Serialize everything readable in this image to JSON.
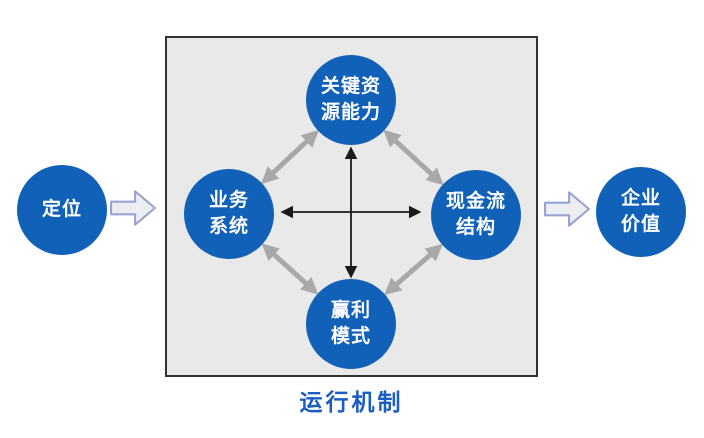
{
  "diagram": {
    "left_node": {
      "label": "定位"
    },
    "box": {
      "caption": "运行机制",
      "nodes": {
        "top": {
          "label": "关键资\n源能力"
        },
        "left": {
          "label": "业务\n系统"
        },
        "right": {
          "label": "现金流\n结构"
        },
        "bottom": {
          "label": "赢利\n模式"
        }
      }
    },
    "right_node": {
      "label": "企业\n价值"
    }
  },
  "palette": {
    "node_blue": "#1261B9",
    "node_text": "#FFFFFF",
    "caption_blue": "#1C5DC2",
    "box_fill": "#E9E9E9",
    "box_border": "#333333",
    "diagonal_arrow_gray": "#A8A8A8",
    "cross_arrow_black": "#1A1A1A",
    "block_arrow_fill": "#EDEEF2",
    "block_arrow_stroke": "#96A3D4",
    "background": "#FFFFFF"
  }
}
